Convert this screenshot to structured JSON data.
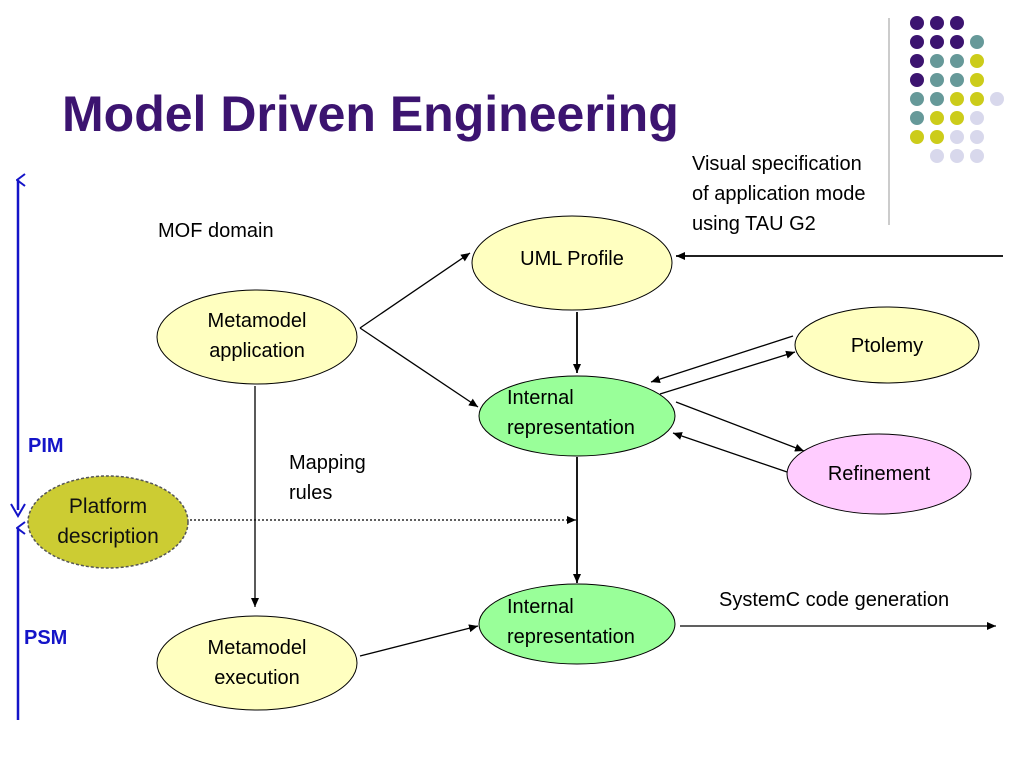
{
  "title": "Model Driven Engineering",
  "labels": {
    "mof_domain": "MOF domain",
    "visual_spec": [
      "Visual specification",
      "of application mode",
      "using TAU G2"
    ],
    "mapping_rules": [
      "Mapping",
      "rules"
    ],
    "systemc": "SystemC code generation",
    "pim": "PIM",
    "psm": "PSM"
  },
  "nodes": {
    "uml_profile": [
      "UML Profile"
    ],
    "metamodel_application": [
      "Metamodel",
      "application"
    ],
    "internal_rep_top": [
      "Internal",
      "representation"
    ],
    "ptolemy": [
      "Ptolemy"
    ],
    "refinement": [
      "Refinement"
    ],
    "platform_description": [
      "Platform",
      "description"
    ],
    "internal_rep_bottom": [
      "Internal",
      "representation"
    ],
    "metamodel_execution": [
      "Metamodel",
      "execution"
    ]
  },
  "colors": {
    "title": "#3c1470",
    "yellow_node": "#ffffc0",
    "green_node": "#99ff99",
    "pink_node": "#ffccff",
    "platform_node": "#cccc33",
    "axis_blue": "#1414c8",
    "dot_purple": "#3c1470",
    "dot_teal": "#669999",
    "dot_olive": "#cccc1a",
    "dot_lavender": "#d8d8ec"
  }
}
